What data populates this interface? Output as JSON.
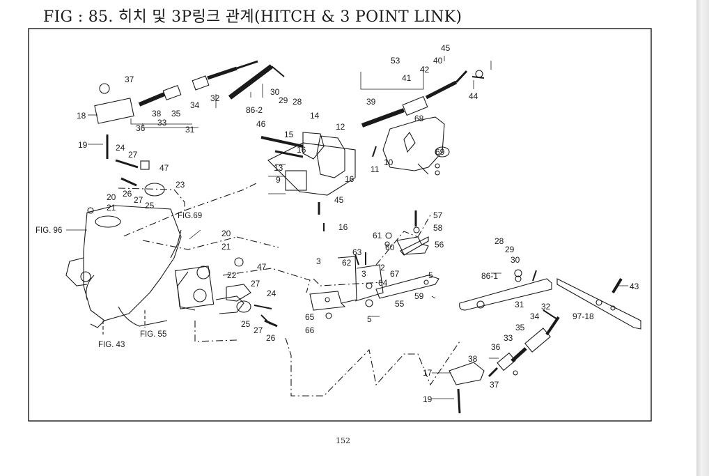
{
  "page": {
    "title": "FIG : 85. 히치 및 3P링크 관계(HITCH & 3 POINT LINK)",
    "page_number": "152"
  },
  "parts": {
    "p37a": "37",
    "p18a": "18",
    "p19a": "19",
    "p38a": "38",
    "p36a": "36",
    "p35a": "35",
    "p33a": "33",
    "p34a": "34",
    "p31a": "31",
    "p32a": "32",
    "p862": "86-2",
    "p30a": "30",
    "p29a": "29",
    "p28a": "28",
    "p24a": "24",
    "p27a": "27",
    "p47a": "47",
    "p23a": "23",
    "p20a": "20",
    "p21a": "21",
    "p26a": "26",
    "p27b": "27",
    "p25a": "25",
    "p14a": "14",
    "p46a": "46",
    "p15a": "15",
    "p12a": "12",
    "p16a": "16",
    "p13a": "13",
    "p9a": "9",
    "p16b": "16",
    "p45a": "45",
    "p16c": "16",
    "p11a": "11",
    "p10a": "10",
    "p68a": "68",
    "p69a": "69",
    "p53a": "53",
    "p45b": "45",
    "p40a": "40",
    "p42a": "42",
    "p41a": "41",
    "p39a": "39",
    "p44a": "44",
    "p20b": "20",
    "p21b": "21",
    "p47b": "47",
    "p22a": "22",
    "p27c": "27",
    "p24b": "24",
    "p25b": "25",
    "p27d": "27",
    "p26b": "26",
    "p57a": "57",
    "p58a": "58",
    "p61a": "61",
    "p60a": "60",
    "p56a": "56",
    "p63a": "63",
    "p3a": "3",
    "p62a": "62",
    "p3b": "3",
    "p2a": "2",
    "p67a": "67",
    "p64a": "64",
    "p5a": "5",
    "p59a": "59",
    "p55a": "55",
    "p65a": "65",
    "p66a": "66",
    "p5b": "5",
    "p28b": "28",
    "p29b": "29",
    "p30b": "30",
    "p861": "86-1",
    "p31b": "31",
    "p32b": "32",
    "p34b": "34",
    "p35b": "35",
    "p33b": "33",
    "p36b": "36",
    "p38b": "38",
    "p17a": "17",
    "p37b": "37",
    "p19b": "19",
    "p43a": "43",
    "p9718": "97-18"
  },
  "references": {
    "fig96": "FIG. 96",
    "fig69": "FIG.69",
    "fig43": "FIG. 43",
    "fig55": "FIG. 55"
  }
}
